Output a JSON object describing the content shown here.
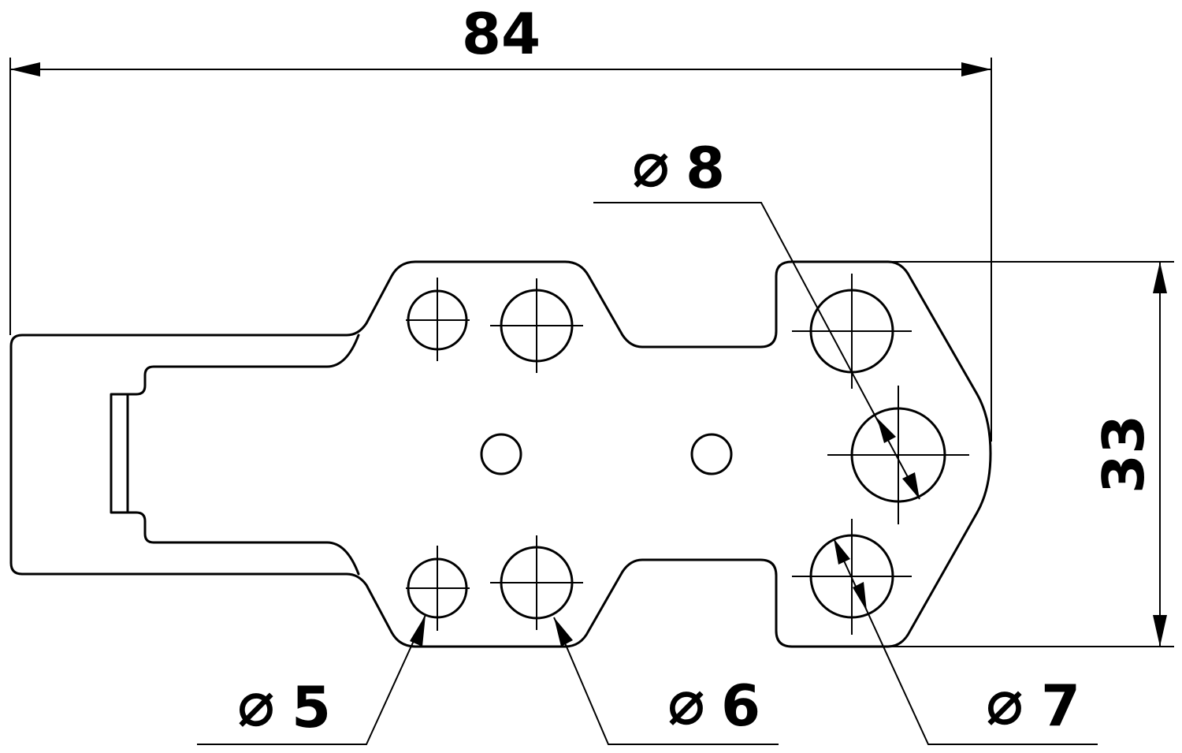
{
  "dimensions": {
    "overall_width": "84",
    "overall_height": "33"
  },
  "callouts": {
    "hole_d8": {
      "symbol": "⌀",
      "value": "8"
    },
    "hole_d5": {
      "symbol": "⌀",
      "value": "5"
    },
    "hole_d6": {
      "symbol": "⌀",
      "value": "6"
    },
    "hole_d7": {
      "symbol": "⌀",
      "value": "7"
    }
  }
}
